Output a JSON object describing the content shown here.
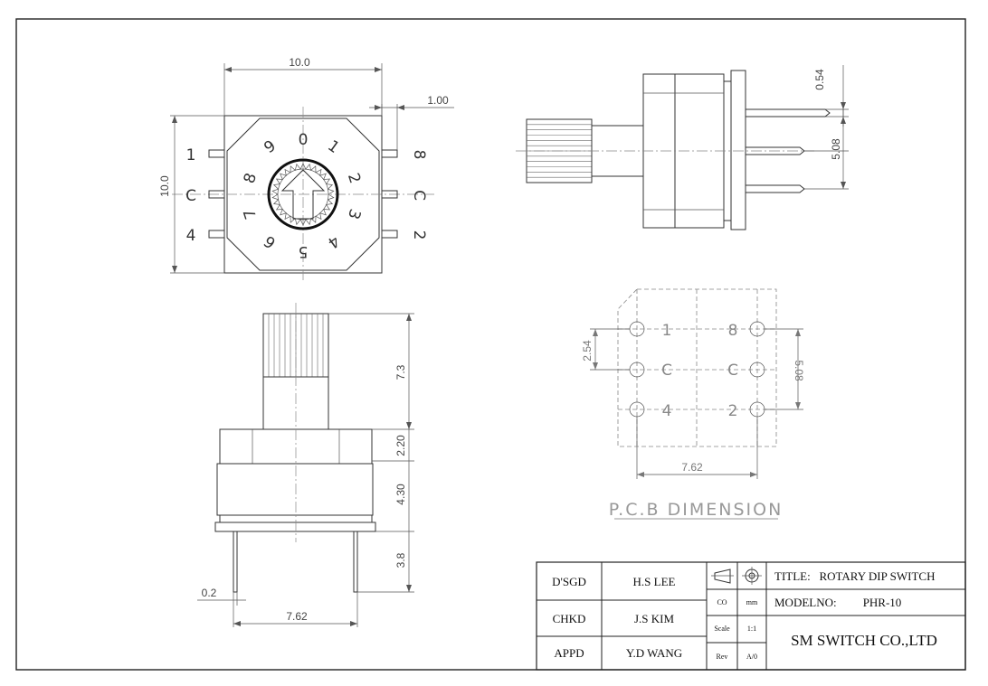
{
  "top_view": {
    "dim_width": "10.0",
    "dim_height": "10.0",
    "dim_pin": "1.00",
    "dial_numbers": [
      "0",
      "1",
      "2",
      "3",
      "4",
      "5",
      "6",
      "7",
      "8",
      "9"
    ],
    "left_pins": [
      "1",
      "C",
      "4"
    ],
    "right_pins": [
      "8",
      "C",
      "2"
    ]
  },
  "side_view": {
    "dim_pin_width": "0.54",
    "dim_pin_pitch": "5.08"
  },
  "front_view": {
    "dim_shaft": "7.3",
    "dim_upper": "2.20",
    "dim_lower": "4.30",
    "dim_leg": "3.8",
    "dim_pin_thick": "0.2",
    "dim_pitch": "7.62"
  },
  "pcb": {
    "dim_v_left": "2.54",
    "dim_v_right": "5.08",
    "dim_h": "7.62",
    "left_labels": [
      "1",
      "C",
      "4"
    ],
    "right_labels": [
      "8",
      "C",
      "2"
    ],
    "title": "P.C.B DIMENSION"
  },
  "title_block": {
    "dsgd_label": "D'SGD",
    "dsgd_name": "H.S LEE",
    "chkd_label": "CHKD",
    "chkd_name": "J.S KIM",
    "appd_label": "APPD",
    "appd_name": "Y.D WANG",
    "co_label": "CO",
    "co_value": "mm",
    "scale_label": "Scale",
    "scale_value": "1:1",
    "rev_label": "Rev",
    "rev_value": "A/0",
    "title_text": "TITLE:   ROTARY DIP SWITCH",
    "model_label": "MODELNO:",
    "model_value": "PHR-10",
    "company": "SM SWITCH CO.,LTD"
  }
}
